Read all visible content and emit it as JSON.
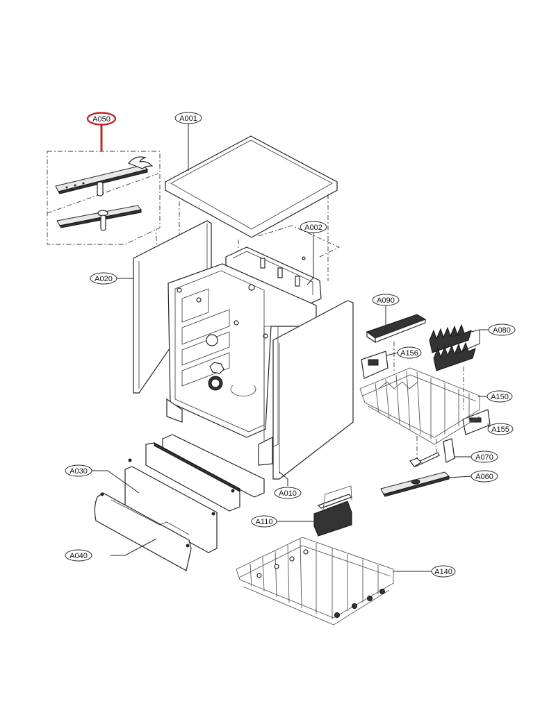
{
  "diagram": {
    "title": "Dishwasher cabinet & rack assembly exploded view",
    "highlight_color": "#c0272d",
    "line_color": "#222222",
    "callouts": [
      {
        "id": "A050",
        "label": "A050",
        "part": "spray-arm-set",
        "highlighted": true
      },
      {
        "id": "A001",
        "label": "A001",
        "part": "top-plate"
      },
      {
        "id": "A002",
        "label": "A002",
        "part": "top-bracket"
      },
      {
        "id": "A020",
        "label": "A020",
        "part": "left-side-panel"
      },
      {
        "id": "A090",
        "label": "A090",
        "part": "cup-shelf"
      },
      {
        "id": "A080",
        "label": "A080",
        "part": "tine-rows"
      },
      {
        "id": "A156",
        "label": "A156",
        "part": "rack-adjuster-left"
      },
      {
        "id": "A150",
        "label": "A150",
        "part": "upper-rack"
      },
      {
        "id": "A155",
        "label": "A155",
        "part": "rack-adjuster-right"
      },
      {
        "id": "A070",
        "label": "A070",
        "part": "upper-spray-arm-conduit"
      },
      {
        "id": "A060",
        "label": "A060",
        "part": "lower-spray-arm"
      },
      {
        "id": "A030",
        "label": "A030",
        "part": "base-plate"
      },
      {
        "id": "A010",
        "label": "A010",
        "part": "right-side-panel"
      },
      {
        "id": "A040",
        "label": "A040",
        "part": "kick-plate"
      },
      {
        "id": "A110",
        "label": "A110",
        "part": "cutlery-basket"
      },
      {
        "id": "A140",
        "label": "A140",
        "part": "lower-rack"
      }
    ]
  }
}
